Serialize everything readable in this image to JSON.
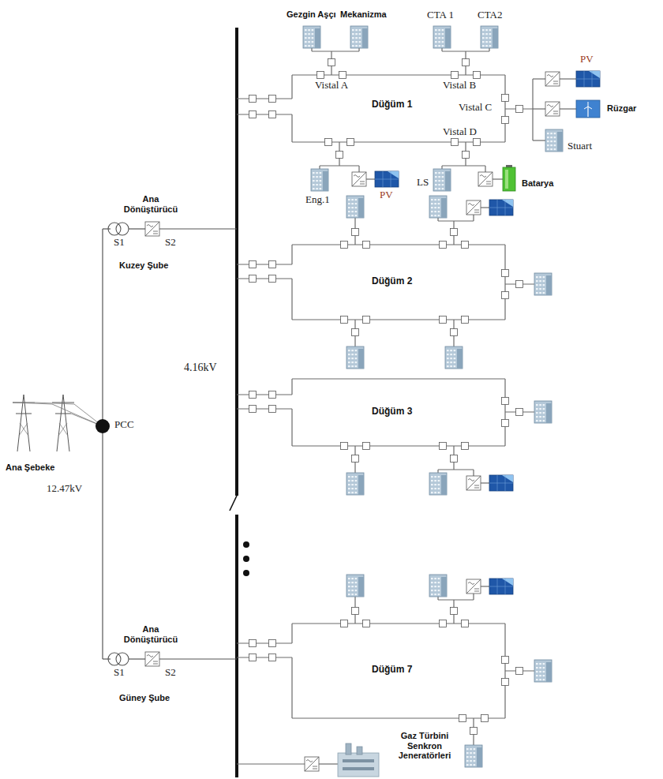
{
  "diagram": {
    "labels": [
      "Gezgin Aşçı",
      "Mekanizma",
      "CTA 1",
      "CTA2",
      "PV",
      "Vistal A",
      "Vistal B",
      "Rüzgar",
      "Düğüm 1",
      "Vistal C",
      "Vistal D",
      "Stuart",
      "Eng.1",
      "PV",
      "LS",
      "Batarya",
      "Ana Dönüştürücü",
      "S1",
      "S2",
      "Kuzey Şube",
      "Düğüm 2",
      "4.16kV",
      "Ana Şebeke",
      "PCC",
      "Düğüm 3",
      "12.47kV",
      "Ana Dönüştürücü",
      "S1",
      "S2",
      "Düğüm 7",
      "Güney Şube",
      "Gaz Türbini Senkron Jeneratörleri"
    ]
  }
}
